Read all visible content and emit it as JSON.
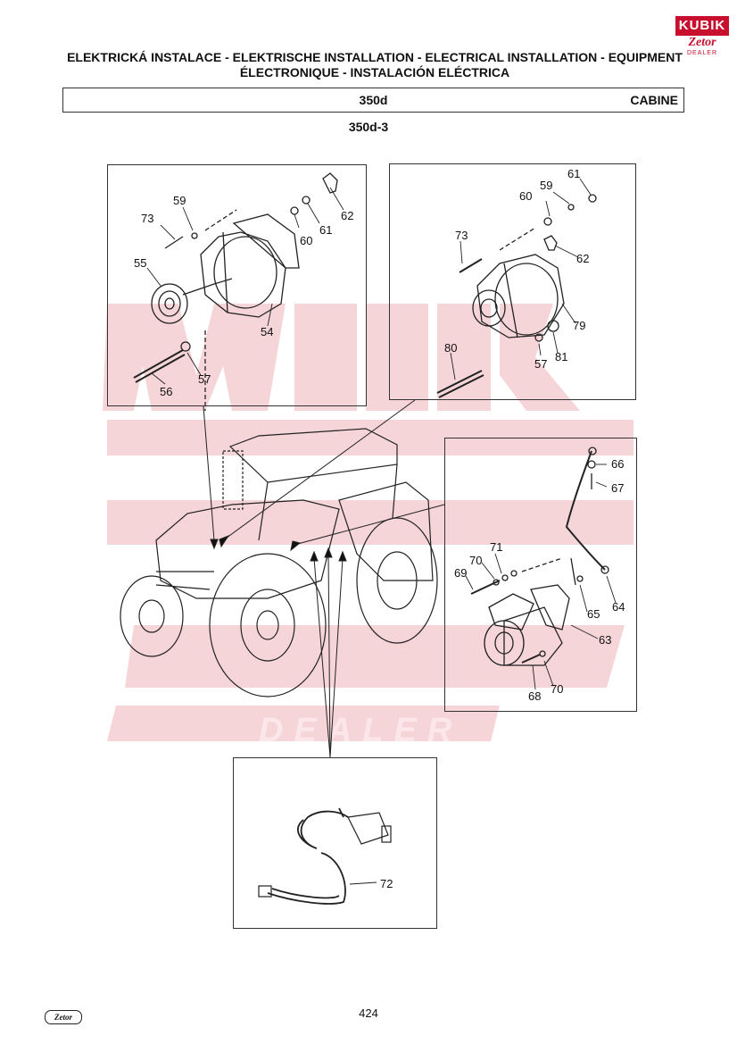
{
  "brand": {
    "logo_top": "KUBIK",
    "logo_mid": "Zetor",
    "logo_sub": "DEALER",
    "watermark_word": "DEALER",
    "footer_logo": "Zetor",
    "colors": {
      "accent": "#c8102e",
      "watermark": "#f6d5d8"
    }
  },
  "title": {
    "line1": "ELEKTRICKÁ INSTALACE - ELEKTRISCHE INSTALLATION - ELECTRICAL INSTALLATION - EQUIPMENT",
    "line2": "ÉLECTRONIQUE - INSTALACIÓN ELÉCTRICA"
  },
  "header": {
    "code": "350d",
    "section": "CABINE"
  },
  "subcode": "350d-3",
  "callouts": {
    "alt1": {
      "c59": "59",
      "c73": "73",
      "c55": "55",
      "c60": "60",
      "c61": "61",
      "c62": "62",
      "c54": "54",
      "c56": "56",
      "c57": "57"
    },
    "alt2": {
      "c61": "61",
      "c60": "60",
      "c59": "59",
      "c73": "73",
      "c62": "62",
      "c79": "79",
      "c80": "80",
      "c57": "57",
      "c81": "81"
    },
    "starter": {
      "c66": "66",
      "c67": "67",
      "c71": "71",
      "c70a": "70",
      "c69": "69",
      "c65": "65",
      "c64": "64",
      "c63": "63",
      "c68": "68",
      "c70b": "70"
    },
    "harness": {
      "c72": "72"
    }
  },
  "page_number": "424"
}
